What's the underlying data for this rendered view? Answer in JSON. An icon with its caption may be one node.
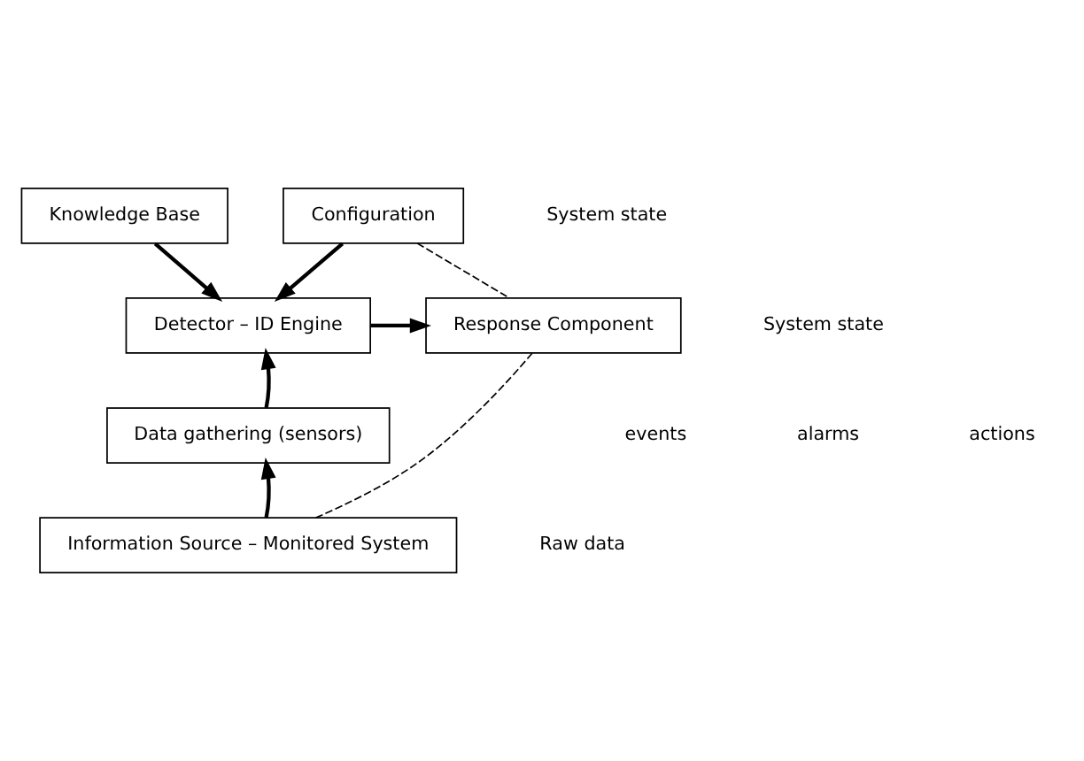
{
  "diagram": {
    "nodes": [
      {
        "text": [
          "Knowledge Base"
        ]
      },
      {
        "text": [
          "Configuration"
        ]
      },
      {
        "text": [
          "Detector – ID Engine"
        ]
      },
      {
        "text": [
          "Response Component"
        ]
      },
      {
        "text": [
          "Data gathering (sensors)"
        ]
      },
      {
        "text": [
          "Information Source – Monitored System"
        ]
      }
    ],
    "edges": [
      {
        "from": 0,
        "to": 2,
        "arrow": "to"
      },
      {
        "from": 1,
        "to": 2,
        "arrow": "to"
      },
      {
        "from": 2,
        "to": 3,
        "arrow": "to"
      },
      {
        "from": 4,
        "to": 2,
        "arrow": "to"
      },
      {
        "from": 5,
        "to": 4,
        "arrow": "to"
      },
      {
        "from": 1,
        "to": 3,
        "arrow": "none",
        "style": "dashed"
      },
      {
        "from": 3,
        "to": 5,
        "arrow": "none",
        "style": "dashed"
      }
    ],
    "labels": [
      "System state",
      "System state",
      "events",
      "alarms",
      "actions",
      "Raw data"
    ]
  }
}
